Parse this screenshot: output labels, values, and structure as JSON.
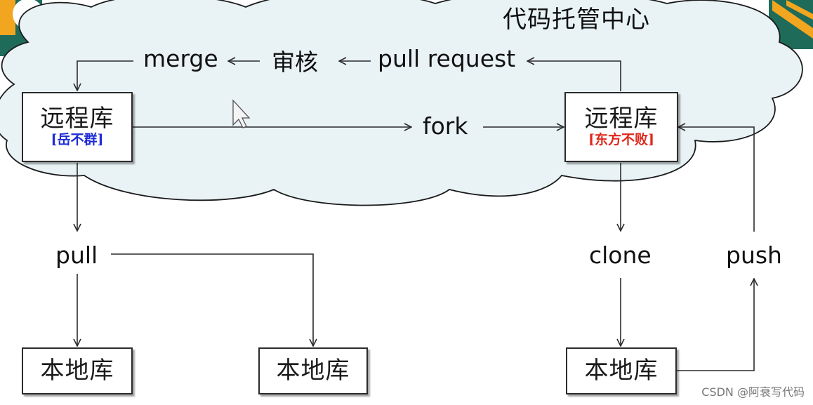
{
  "cloud": {
    "title": "代码托管中心"
  },
  "flow": {
    "merge": "merge",
    "review": "审核",
    "pull_request": "pull request",
    "fork": "fork",
    "pull": "pull",
    "clone": "clone",
    "push": "push"
  },
  "repos": {
    "remote_left": {
      "name": "远程库",
      "owner": "[岳不群]",
      "owner_color": "#1f2bd6"
    },
    "remote_right": {
      "name": "远程库",
      "owner": "[东方不败]",
      "owner_color": "#e0281c"
    },
    "local_1": {
      "name": "本地库"
    },
    "local_2": {
      "name": "本地库"
    },
    "local_3": {
      "name": "本地库"
    }
  },
  "watermark": "CSDN @阿衰写代码",
  "colors": {
    "line": "#2b2b2b",
    "cloud_fill": "#e9f3f6",
    "cloud_stroke": "#1a1a1a"
  }
}
